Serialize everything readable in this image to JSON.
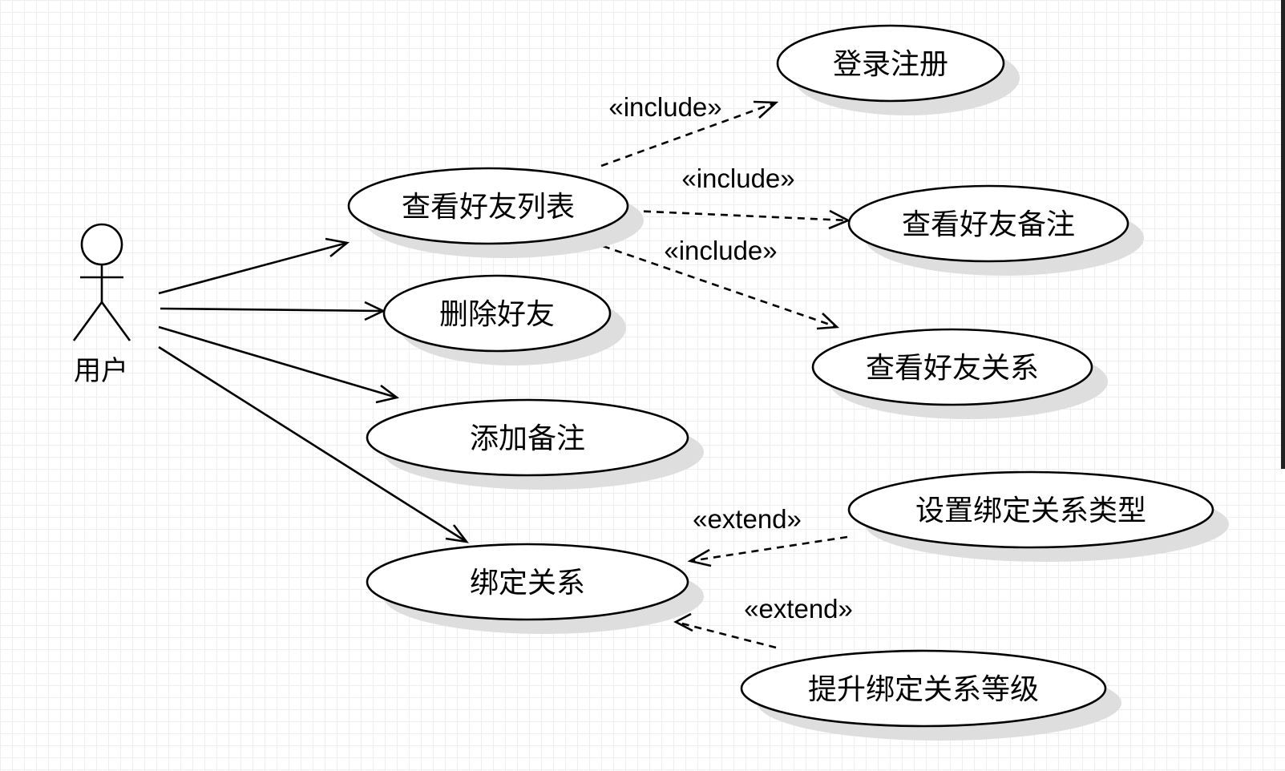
{
  "actor": {
    "label": "用户"
  },
  "use_cases": {
    "login_register": "登录注册",
    "view_friend_list": "查看好友列表",
    "view_friend_note": "查看好友备注",
    "view_friend_relation": "查看好友关系",
    "delete_friend": "删除好友",
    "add_note": "添加备注",
    "bind_relation": "绑定关系",
    "set_bind_type": "设置绑定关系类型",
    "upgrade_bind_level": "提升绑定关系等级"
  },
  "stereotypes": {
    "include_1": "«include»",
    "include_2": "«include»",
    "include_3": "«include»",
    "extend_1": "«extend»",
    "extend_2": "«extend»"
  }
}
